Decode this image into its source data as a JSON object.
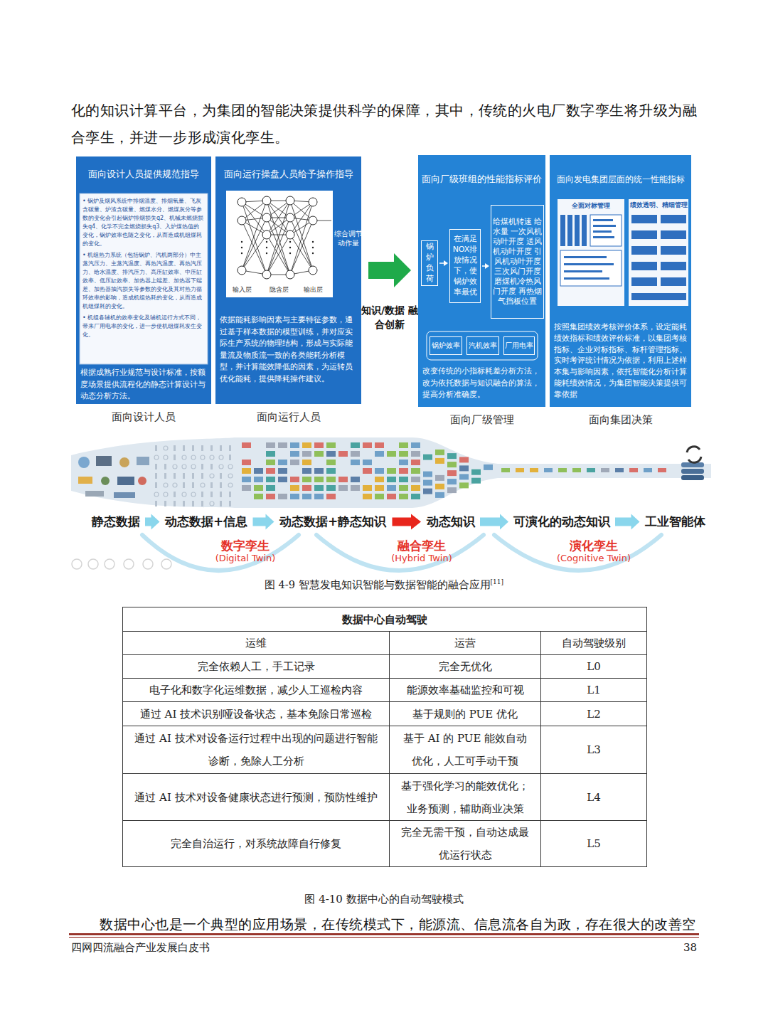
{
  "diagram": {
    "caption": "图 4-9 智慧发电知识智能与数据智能的融合应用",
    "nodes": [
      {
        "text": [
          "面向设计人员提供规范指导",
          "• 锅炉及烟风系统中排烟温度、排烟氧量、飞灰含碳量、炉渣含碳量、燃煤水分、燃煤灰分等参数的变化会引起锅炉排烟损失q2、机械未燃烧损失q4、化学不完全燃烧损失q3、入炉煤热值的变化，锅炉效率也随之变化，从而造成机组煤耗的变化。",
          "• 机组热力系统（包括锅炉、汽机两部分）中主蒸汽压力、主蒸汽温度、再热汽温度、再热汽压力、给水温度、排汽压力、高压缸效率、中压缸效率、低压缸效率、加热器上端差、加热器下端差、加热器抽汽损失等参数的变化及其对热力循环效率的影响，造成机组热耗的变化，从而造成机组煤耗的变化。",
          "• 机组各辅机的效率变化及辅机运行方式不同，带来厂用电率的变化，进一步使机组煤耗发生变化。",
          "根据成熟行业规范与设计标准，按额度场景提供流程化的静态计算设计与动态分析方法。",
          "面向设计人员"
        ]
      },
      {
        "text": [
          "面向运行操盘人员给予操作指导",
          "依据能耗影响因素与主要特征参数，通过基于样本数据的模型训练，并对应实际生产系统的物理结构，形成与实际能量流及物质流一致的各类能耗分析模型，并计算能效降低的因素，为运转员优化能耗，提供降耗操作建议。",
          "面向运行人员"
        ]
      },
      {
        "text": [
          "面向厂级班组的性能指标评价",
          "改变传统的小指标耗差分析方法，改为依托数据与知识融合的算法，提高分析准确度。",
          "面向厂级管理"
        ]
      },
      {
        "text": [
          "锅炉负荷"
        ],
        "in": 2
      },
      {
        "text": [
          "在满足NOX排放情况下，使锅炉效率最优"
        ],
        "in": 2
      },
      {
        "text": [
          "给煤机转速 给水量 一次风机动叶开度 送风机动叶开度 引风机动叶开度 三次风门开度 磨煤机冷热风门开度 再热烟气挡板位置"
        ],
        "in": 2
      },
      {
        "text": [
          "锅炉效率"
        ],
        "in": 2
      },
      {
        "text": [
          "汽机效率"
        ],
        "in": 2
      },
      {
        "text": [
          "厂用电率"
        ],
        "in": 2
      },
      {
        "text": [
          "面向发电集团层面的统一性能指标",
          "按照集团绩效考核评价体系，设定能耗绩效指标和绩效评价标准，以集团考核指标、企业对标指标、标杆管理指标、实时考评统计情况为依据，利用上述样本集与影响因素，依托智能化分析计算能耗绩效情况，为集团智能决策提供可靠依据",
          "面向集团决策"
        ]
      },
      {
        "text": [
          "全面对标管理"
        ],
        "in": 9
      },
      {
        "text": [
          "绩效透明、精细管理"
        ],
        "in": 9
      },
      {
        "text": [
          "静态数据"
        ]
      },
      {
        "text": [
          "动态数据+信息"
        ]
      },
      {
        "text": [
          "动态数据+静态知识"
        ]
      },
      {
        "text": [
          "动态知识"
        ]
      },
      {
        "text": [
          "可演化的动态知识"
        ]
      },
      {
        "text": [
          "工业智能体"
        ]
      }
    ],
    "edges": [
      {
        "from": 1,
        "to": 2,
        "arrow": "to",
        "label": "知识/数据 融合创新"
      },
      {
        "from": 3,
        "to": 4,
        "arrow": "to"
      },
      {
        "from": 4,
        "to": 5,
        "arrow": "to"
      },
      {
        "from": 12,
        "to": 13,
        "arrow": "to"
      },
      {
        "from": 13,
        "to": 14,
        "arrow": "to"
      },
      {
        "from": 14,
        "to": 15,
        "arrow": "to"
      },
      {
        "from": 15,
        "to": 16,
        "arrow": "to"
      },
      {
        "from": 16,
        "to": 17,
        "arrow": "to"
      }
    ],
    "labels": [
      "化的知识计算平台，为集团的智能决策提供科学的保障，其中，传统的火电厂数字孪生将升级为融合孪生，并进一步形成演化孪生。",
      "输入层",
      "隐含层",
      "输出层",
      "综合调节动作量",
      "数字孪生",
      "(Digital Twin)",
      "融合孪生",
      "(Hybrid Twin)",
      "演化孪生",
      "(Cognitive Twin)",
      "数据中心自动驾驶",
      "运维",
      "运营",
      "自动驾驶级别",
      "完全依赖人工，手工记录",
      "完全无优化",
      "L0",
      "电子化和数字化运维数据，减少人工巡检内容",
      "能源效率基础监控和可视",
      "L1",
      "通过 AI 技术识别哑设备状态，基本免除日常巡检",
      "基于规则的 PUE 优化",
      "L2",
      "通过 AI 技术对设备运行过程中出现的问题进行智能诊断，免除人工分析",
      "基于 AI 的 PUE 能效自动优化，人工可手动干预",
      "L3",
      "通过 AI 技术对设备健康状态进行预测，预防性维护",
      "基于强化学习的能效优化； 业务预测，辅助商业决策",
      "L4",
      "完全自治运行，对系统故障自行修复",
      "完全无需干预，自动达成最优运行状态",
      "L5",
      "图 4-10 数据中心的自动驾驶模式",
      "数据中心也是一个典型的应用场景，在传统模式下，能源流、信息流各自为政，存在很大的改善空",
      "四网四流融合产业发展白皮书",
      "38",
      "[11]"
    ]
  }
}
